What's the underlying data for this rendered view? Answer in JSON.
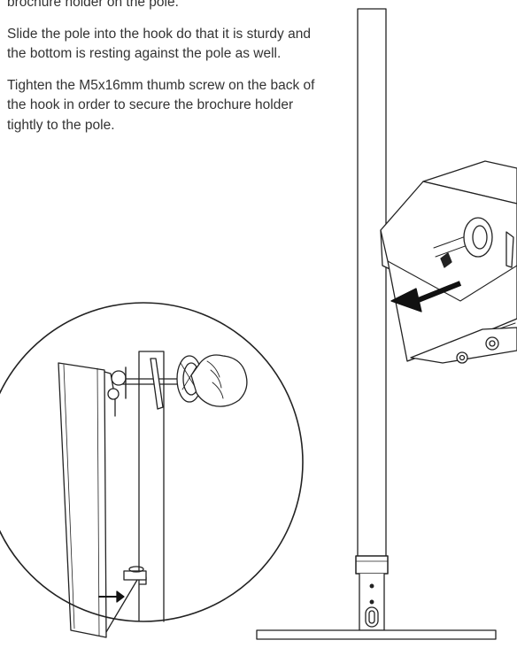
{
  "instructions": {
    "step_partial": "brochure holder on the pole.",
    "step_slide": "Slide the pole into the hook do that it is sturdy and the bottom is resting against the pole as well.",
    "step_tighten": "Tighten the M5x16mm thumb screw on the back of the hook in order to secure the brochure holder tightly to the pole."
  },
  "colors": {
    "text": "#333333",
    "line": "#222222",
    "arrow": "#111111",
    "background": "#ffffff"
  }
}
